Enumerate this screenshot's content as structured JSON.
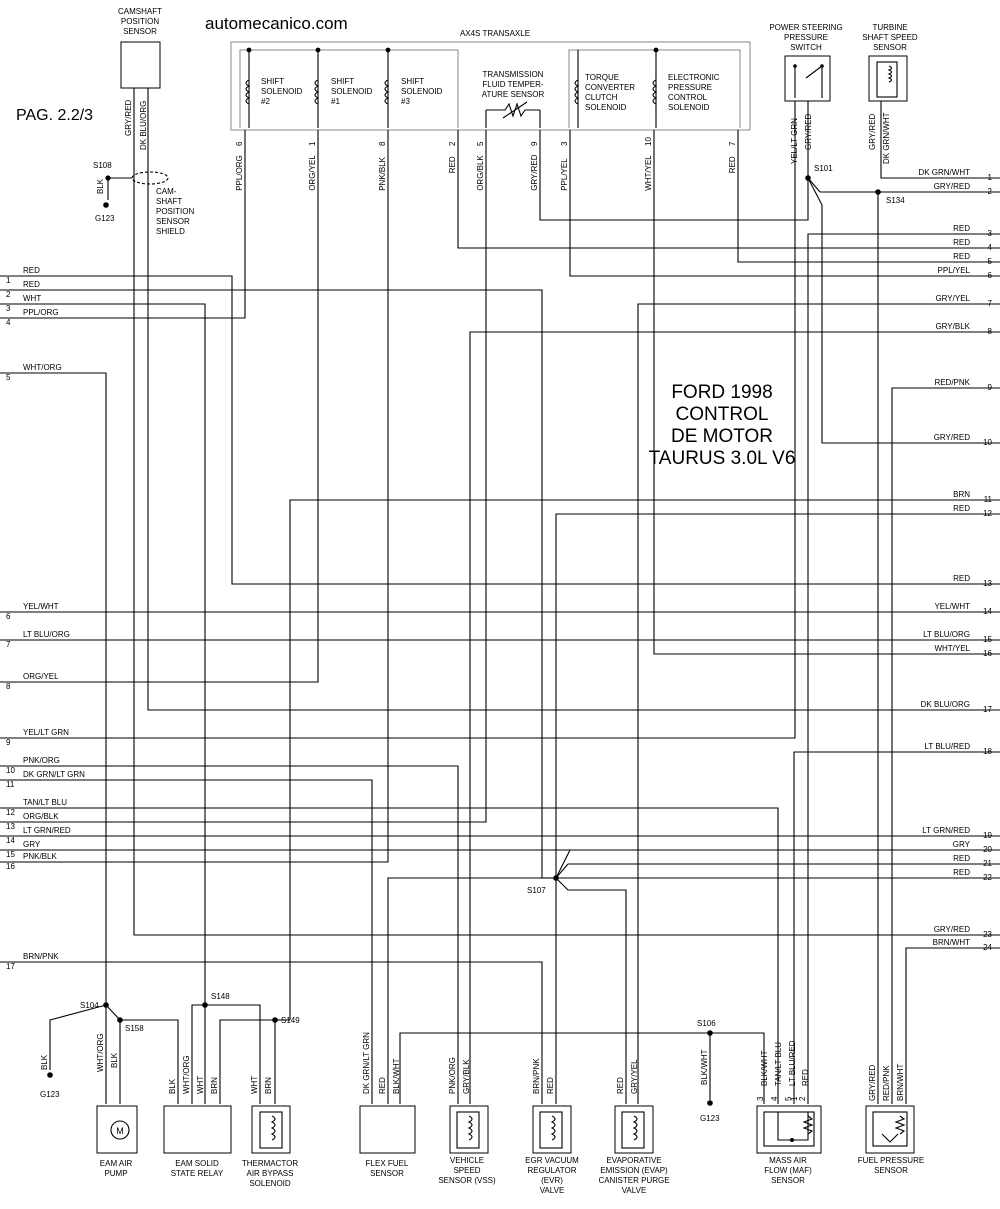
{
  "header": {
    "site": "automecanico.com",
    "page": "PAG. 2.2/3",
    "title_lines": [
      "FORD 1998",
      "CONTROL",
      "DE MOTOR",
      "TAURUS 3.0L V6"
    ]
  },
  "components": {
    "cam_sensor": [
      "CAMSHAFT",
      "POSITION",
      "SENSOR"
    ],
    "cam_shield": [
      "CAM-",
      "SHAFT",
      "POSITION",
      "SENSOR",
      "SHIELD"
    ],
    "transaxle": "AX4S TRANSAXLE",
    "shift2": [
      "SHIFT",
      "SOLENOID",
      "#2"
    ],
    "shift1": [
      "SHIFT",
      "SOLENOID",
      "#1"
    ],
    "shift3": [
      "SHIFT",
      "SOLENOID",
      "#3"
    ],
    "tfts": [
      "TRANSMISSION",
      "FLUID TEMPER-",
      "ATURE SENSOR"
    ],
    "tcc": [
      "TORQUE",
      "CONVERTER",
      "CLUTCH",
      "SOLENOID"
    ],
    "epc": [
      "ELECTRONIC",
      "PRESSURE",
      "CONTROL",
      "SOLENOID"
    ],
    "ps_switch": [
      "POWER STEERING",
      "PRESSURE",
      "SWITCH"
    ],
    "tss": [
      "TURBINE",
      "SHAFT SPEED",
      "SENSOR"
    ],
    "eam_pump": [
      "EAM AIR",
      "PUMP"
    ],
    "eam_relay": [
      "EAM SOLID",
      "STATE RELAY"
    ],
    "thermactor": [
      "THERMACTOR",
      "AIR BYPASS",
      "SOLENOID"
    ],
    "flex_fuel": [
      "FLEX FUEL",
      "SENSOR"
    ],
    "vss": [
      "VEHICLE",
      "SPEED",
      "SENSOR (VSS)"
    ],
    "evr": [
      "EGR VACUUM",
      "REGULATOR",
      "(EVR)",
      "VALVE"
    ],
    "evap": [
      "EVAPORATIVE",
      "EMISSION (EVAP)",
      "CANISTER PURGE",
      "VALVE"
    ],
    "maf": [
      "MASS AIR",
      "FLOW (MAF)",
      "SENSOR"
    ],
    "fps": [
      "FUEL PRESSURE",
      "SENSOR"
    ],
    "motor_symbol": "M"
  },
  "splices": {
    "s108": "S108",
    "g123a": "G123",
    "s101": "S101",
    "s134": "S134",
    "s107": "S107",
    "s104": "S104",
    "s158": "S158",
    "s148": "S148",
    "s149": "S149",
    "s106": "S106",
    "g123b": "G123",
    "g123c": "G123"
  },
  "left_connectors": [
    {
      "pin": "1",
      "color": "RED"
    },
    {
      "pin": "2",
      "color": "RED"
    },
    {
      "pin": "3",
      "color": "WHT"
    },
    {
      "pin": "4",
      "color": "PPL/ORG"
    },
    {
      "pin": "5",
      "color": "WHT/ORG"
    },
    {
      "pin": "6",
      "color": "YEL/WHT"
    },
    {
      "pin": "7",
      "color": "LT BLU/ORG"
    },
    {
      "pin": "8",
      "color": "ORG/YEL"
    },
    {
      "pin": "9",
      "color": "YEL/LT GRN"
    },
    {
      "pin": "10",
      "color": "PNK/ORG"
    },
    {
      "pin": "11",
      "color": "DK GRN/LT GRN"
    },
    {
      "pin": "12",
      "color": "TAN/LT BLU"
    },
    {
      "pin": "13",
      "color": "ORG/BLK"
    },
    {
      "pin": "14",
      "color": "LT GRN/RED"
    },
    {
      "pin": "15",
      "color": "GRY"
    },
    {
      "pin": "16",
      "color": "PNK/BLK"
    },
    {
      "pin": "17",
      "color": "BRN/PNK"
    }
  ],
  "right_connectors": [
    {
      "pin": "1",
      "color": "DK GRN/WHT"
    },
    {
      "pin": "2",
      "color": "GRY/RED"
    },
    {
      "pin": "3",
      "color": "RED"
    },
    {
      "pin": "4",
      "color": "RED"
    },
    {
      "pin": "5",
      "color": "RED"
    },
    {
      "pin": "6",
      "color": "PPL/YEL"
    },
    {
      "pin": "7",
      "color": "GRY/YEL"
    },
    {
      "pin": "8",
      "color": "GRY/BLK"
    },
    {
      "pin": "9",
      "color": "RED/PNK"
    },
    {
      "pin": "10",
      "color": "GRY/RED"
    },
    {
      "pin": "11",
      "color": "BRN"
    },
    {
      "pin": "12",
      "color": "RED"
    },
    {
      "pin": "13",
      "color": "RED"
    },
    {
      "pin": "14",
      "color": "YEL/WHT"
    },
    {
      "pin": "15",
      "color": "LT BLU/ORG"
    },
    {
      "pin": "16",
      "color": "WHT/YEL"
    },
    {
      "pin": "17",
      "color": "DK BLU/ORG"
    },
    {
      "pin": "18",
      "color": "LT BLU/RED"
    },
    {
      "pin": "19",
      "color": "LT GRN/RED"
    },
    {
      "pin": "20",
      "color": "GRY"
    },
    {
      "pin": "21",
      "color": "RED"
    },
    {
      "pin": "22",
      "color": "RED"
    },
    {
      "pin": "23",
      "color": "GRY/RED"
    },
    {
      "pin": "24",
      "color": "BRN/WHT"
    }
  ],
  "transaxle_pins": [
    {
      "num": "6",
      "color": "PPL/ORG"
    },
    {
      "num": "1",
      "color": "ORG/YEL"
    },
    {
      "num": "8",
      "color": "PNK/BLK"
    },
    {
      "num": "2",
      "color": "RED"
    },
    {
      "num": "5",
      "color": "ORG/BLK"
    },
    {
      "num": "9",
      "color": "GRY/RED"
    },
    {
      "num": "3",
      "color": "PPL/YEL"
    },
    {
      "num": "10",
      "color": "WHT/YEL"
    },
    {
      "num": "7",
      "color": "RED"
    }
  ],
  "top_wire_labels": {
    "cam_a": "GRY/RED",
    "cam_b": "DK BLU/ORG",
    "shield": "BLK",
    "ps_a": "YEL/LT GRN",
    "ps_b": "GRY/RED",
    "tss_a": "GRY/RED",
    "tss_b": "DK GRN/WHT"
  },
  "bottom_wire_labels": {
    "eam_gnd": "BLK",
    "pump_a": "WHT/ORG",
    "pump_b": "BLK",
    "relay_a": "BLK",
    "relay_b": "WHT/ORG",
    "relay_c": "WHT",
    "relay_d": "BRN",
    "therm_a": "WHT",
    "therm_b": "BRN",
    "flex_a": "DK GRN/LT GRN",
    "flex_b": "RED",
    "flex_c": "BLK/WHT",
    "vss_a": "PNK/ORG",
    "vss_b": "GRY/BLK",
    "evr_a": "BRN/PNK",
    "evr_b": "RED",
    "evap_a": "RED",
    "evap_b": "GRY/YEL",
    "s106_wire": "BLK/WHT",
    "maf_a": "BLK/WHT",
    "maf_b": "TAN/LT BLU",
    "maf_c": "LT BLU/RED",
    "maf_d": "RED",
    "maf_pin_a": "3",
    "maf_pin_b": "4",
    "maf_pin_c": "5",
    "maf_pin_d": "1",
    "maf_pin_e": "2",
    "fps_a": "GRY/RED",
    "fps_b": "RED/PNK",
    "fps_c": "BRN/WHT"
  }
}
